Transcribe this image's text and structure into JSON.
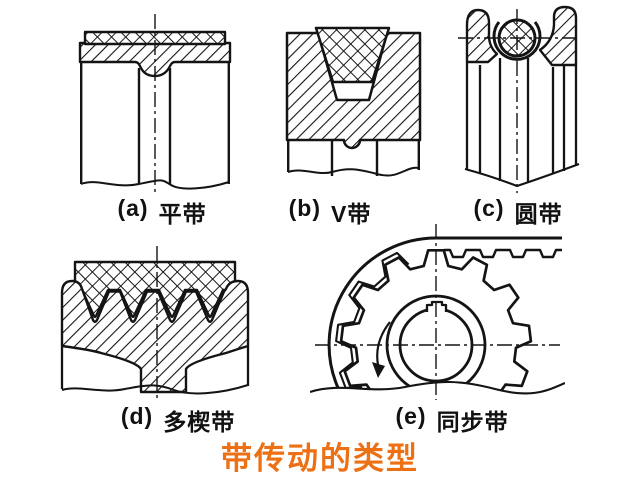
{
  "figure": {
    "background": "#ffffff",
    "ink": "#141414",
    "title": "带传动的类型",
    "title_color": "#ED7014",
    "items": [
      {
        "letter": "(a)",
        "name": "平带"
      },
      {
        "letter": "(b)",
        "name": "V带"
      },
      {
        "letter": "(c)",
        "name": "圆带"
      },
      {
        "letter": "(d)",
        "name": "多楔带"
      },
      {
        "letter": "(e)",
        "name": "同步带"
      }
    ]
  }
}
